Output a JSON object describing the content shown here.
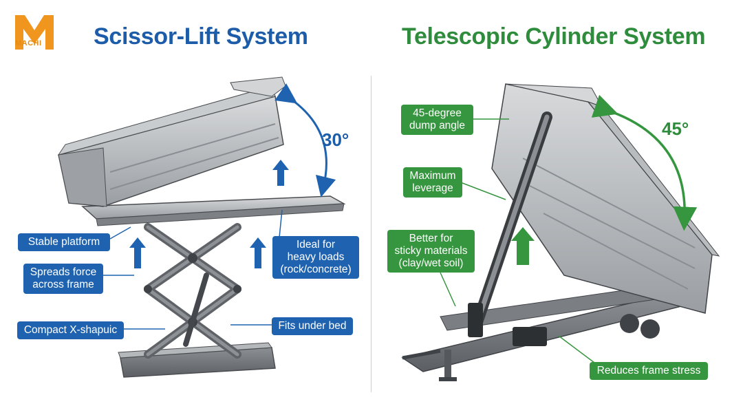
{
  "logo": {
    "letter": "M",
    "subtext": "MACHI",
    "color": "#f0961e"
  },
  "left": {
    "title": "Scissor-Lift System",
    "angle": "30°",
    "labels": {
      "stable_platform": "Stable platform",
      "spreads_force": "Spreads force\nacross frame",
      "compact": "Compact X-shapuic",
      "ideal_heavy": "Ideal for\nheavy loads\n(rock/concrete)",
      "fits_under": "Fits under bed"
    },
    "accent": "#1f63b0"
  },
  "right": {
    "title": "Telescopic Cylinder System",
    "angle": "45°",
    "labels": {
      "dump_angle": "45-degree\ndump angle",
      "leverage": "Maximum\nleverage",
      "sticky": "Better for\nsticky materials\n(clay/wet soil)",
      "frame_stress": "Reduces frame stress"
    },
    "accent": "#36963f"
  }
}
